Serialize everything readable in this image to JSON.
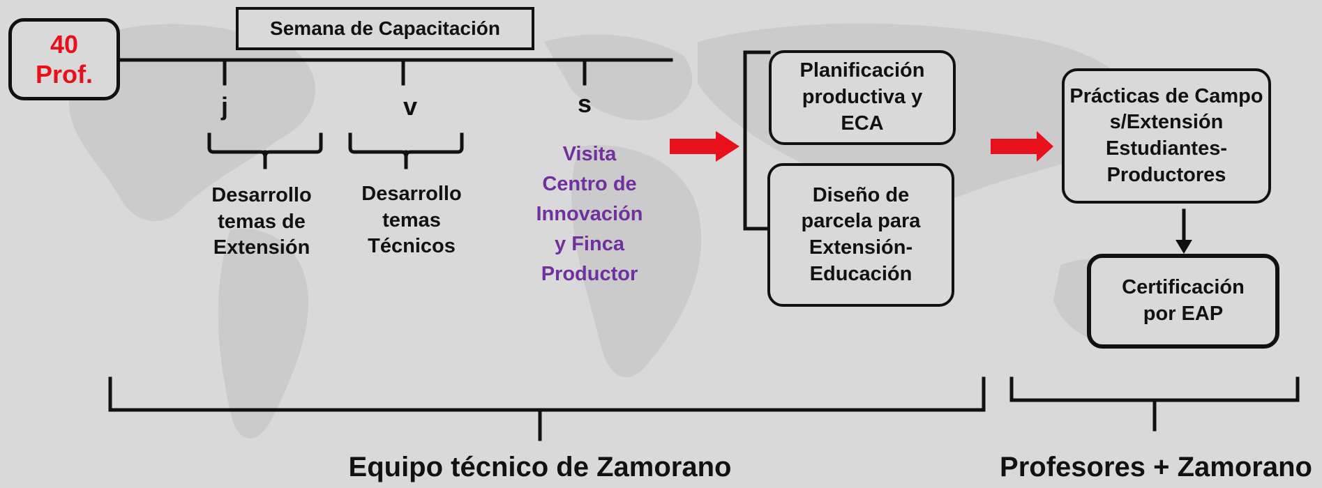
{
  "colors": {
    "background": "#d9d9d9",
    "ink": "#111111",
    "red": "#e8101a",
    "purple": "#7030a0",
    "map": "#cbcbcb"
  },
  "badge": {
    "line1": "40",
    "line2": "Prof."
  },
  "training_week": {
    "title": "Semana de Capacitación",
    "days": [
      "j",
      "v",
      "s"
    ]
  },
  "activities": {
    "extension_topics": "Desarrollo\ntemas de\nExtensión",
    "technical_topics": "Desarrollo\ntemas\nTécnicos",
    "visit": "Visita\nCentro de\nInnovación\ny Finca\nProductor"
  },
  "outputs": {
    "planning": "Planificación\nproductiva y\nECA",
    "plot_design": "Diseño de\nparcela para\nExtensión-\nEducación"
  },
  "field": {
    "practices": "Prácticas de Campo\ns/Extensión\nEstudiantes-\nProductores",
    "certification": "Certificación\npor EAP"
  },
  "groups": {
    "zamorano_team": "Equipo técnico de Zamorano",
    "professors": "Profesores + Zamorano"
  }
}
